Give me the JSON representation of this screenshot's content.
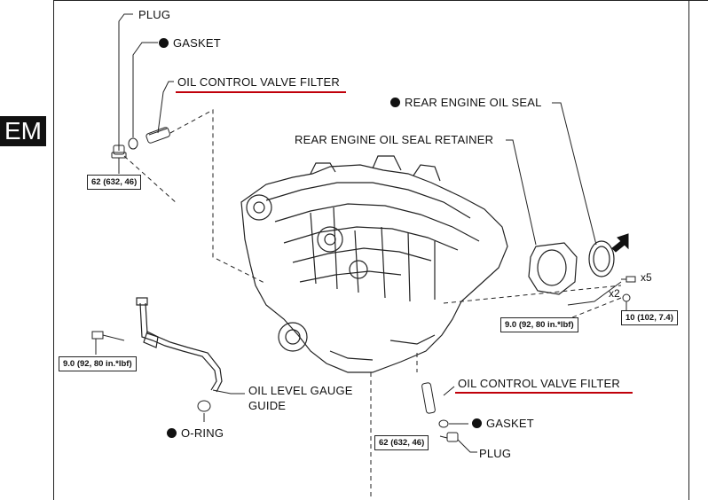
{
  "side_tab": {
    "label": "EM"
  },
  "labels": {
    "plug_top": "PLUG",
    "gasket_top": "GASKET",
    "ocv_filter_top": "OIL CONTROL VALVE FILTER",
    "rear_engine_oil_seal": "REAR ENGINE OIL SEAL",
    "rear_engine_oil_seal_retainer": "REAR ENGINE OIL SEAL RETAINER",
    "oil_level_gauge_guide_line1": "OIL LEVEL GAUGE",
    "oil_level_gauge_guide_line2": "GUIDE",
    "o_ring": "O-RING",
    "ocv_filter_bottom": "OIL CONTROL VALVE FILTER",
    "gasket_bottom": "GASKET",
    "plug_bottom": "PLUG"
  },
  "torque_specs": {
    "plug_top": "62 (632, 46)",
    "retainer_bolts": "9.0 (92, 80 in.*lbf)",
    "retainer_nuts": "10 (102, 7.4)",
    "gauge_guide_bolt": "9.0 (92, 80 in.*lbf)",
    "plug_bottom": "62 (632, 46)"
  },
  "quantities": {
    "retainer_bolts": "x5",
    "retainer_nuts": "x2"
  },
  "colors": {
    "highlight_underline": "#c0000a",
    "line_art": "#222222",
    "tab_background": "#111111"
  },
  "icons": {
    "non_reusable_marker": "filled-circle-icon",
    "direction_marker": "arrow-icon"
  }
}
